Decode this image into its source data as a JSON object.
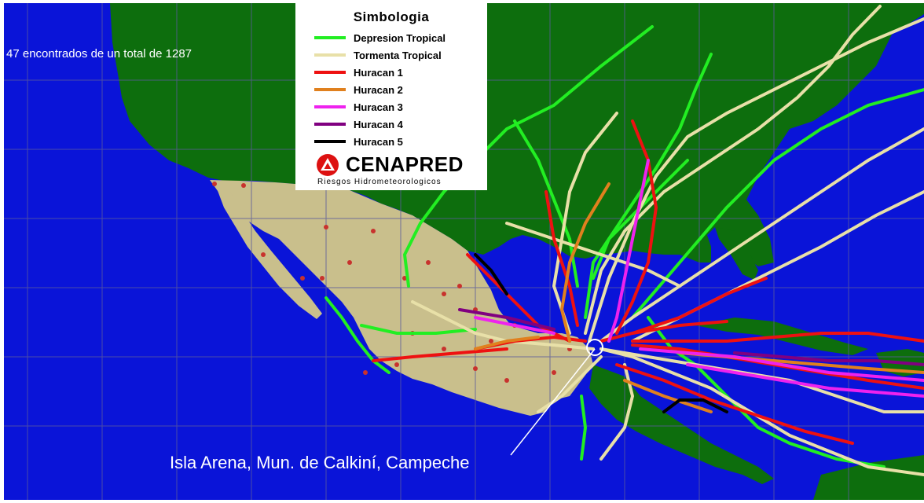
{
  "map": {
    "results_text": "47  encontrados de un total de 1287",
    "location_label": "Isla Arena, Mun. de Calkiní, Campeche",
    "colors": {
      "ocean": "#0a14d8",
      "land": "#0d6e0d",
      "mexico": "#c9bf8c",
      "grid": "#5b5b9b",
      "state_dots": "#c8322d"
    }
  },
  "legend": {
    "title": "Simbologia",
    "items": [
      {
        "label": "Depresion Tropical",
        "color": "#22ee22"
      },
      {
        "label": "Tormenta Tropical",
        "color": "#e8e0a8"
      },
      {
        "label": "Huracan 1",
        "color": "#ee1111"
      },
      {
        "label": "Huracan 2",
        "color": "#e0801e"
      },
      {
        "label": "Huracan 3",
        "color": "#ee22ee"
      },
      {
        "label": "Huracan 4",
        "color": "#800080"
      },
      {
        "label": "Huracan 5",
        "color": "#000000"
      }
    ],
    "brand": {
      "name": "CENAPRED",
      "subtitle": "Riesgos Hidrometeorologicos",
      "icon": "cenapred-logo-icon"
    }
  }
}
